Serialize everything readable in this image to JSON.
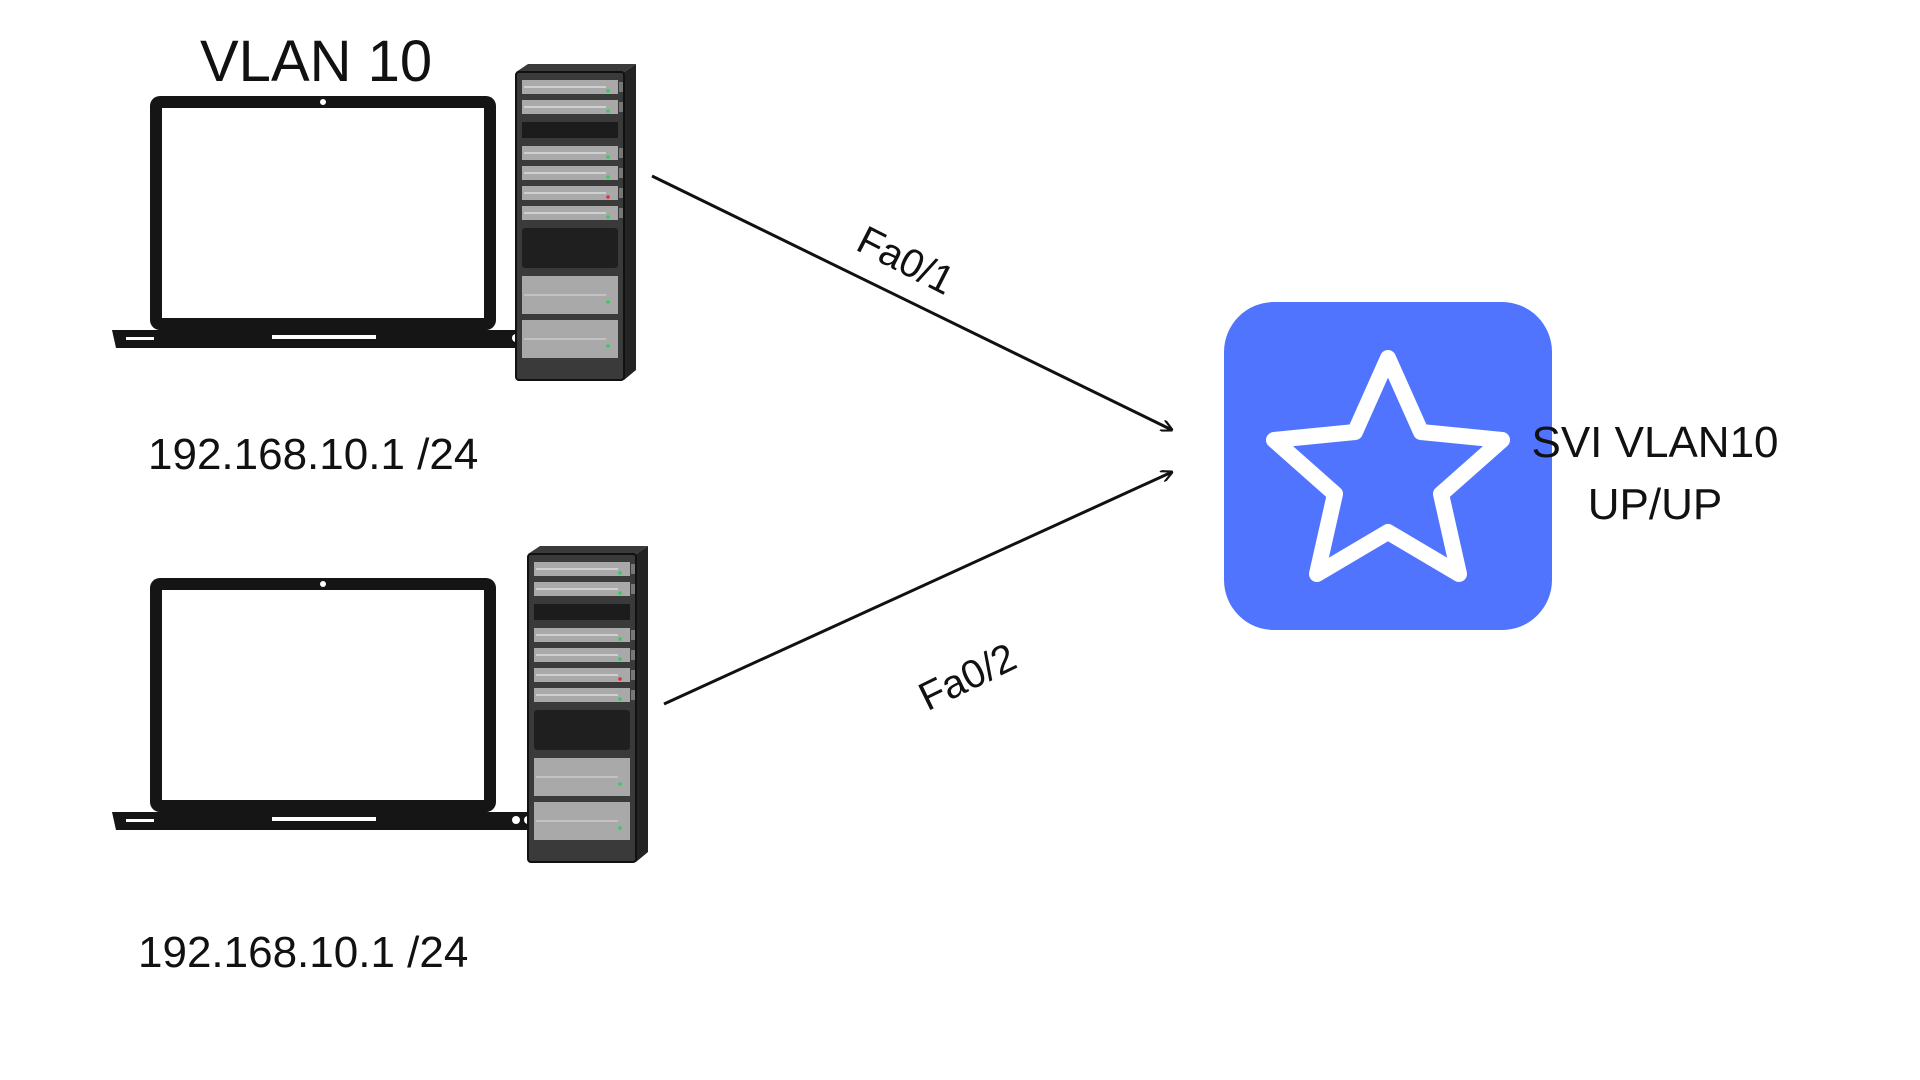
{
  "title": "VLAN 10",
  "hosts": [
    {
      "ip": "192.168.10.1 /24",
      "port": "Fa0/1"
    },
    {
      "ip": "192.168.10.1 /24",
      "port": "Fa0/2"
    }
  ],
  "switch": {
    "line1": "SVI VLAN10",
    "line2": "UP/UP",
    "icon": "star-icon",
    "color": "#5174FF"
  },
  "icons": {
    "endpoint": "laptop-icon",
    "server": "server-rack-icon",
    "link": "arrow-icon"
  }
}
